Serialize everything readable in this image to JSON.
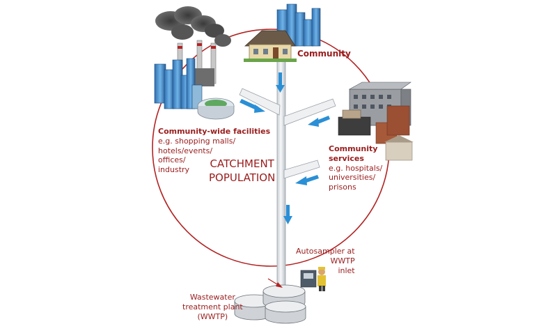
{
  "labels": {
    "community": "Community",
    "facilities_title": "Community-wide facilities",
    "facilities_lines": [
      "e.g. shopping malls/",
      "hotels/events/",
      "offices/",
      "industry"
    ],
    "services_title": "Community",
    "services_title2": "services",
    "services_lines": [
      "e.g. hospitals/",
      "universities/",
      "prisons"
    ],
    "catchment_1": "CATCHMENT",
    "catchment_2": "POPULATION",
    "autosampler_1": "Autosampler at",
    "autosampler_2": "WWTP",
    "autosampler_3": "inlet",
    "wwtp_1": "Wastewater",
    "wwtp_2": "treatment plant",
    "wwtp_3": "(WWTP)"
  },
  "colors": {
    "label_red": "#9a1c1c",
    "circle_red": "#b22222",
    "pipe_gray": "#e6e9ec",
    "arrow_blue": "#2a8fd6"
  },
  "icons": [
    "factory-icon",
    "house-icon",
    "skyscraper-icon",
    "stadium-icon",
    "hospital-building-icon",
    "autosampler-worker-icon",
    "treatment-tank-icon",
    "flow-arrow-icon"
  ]
}
